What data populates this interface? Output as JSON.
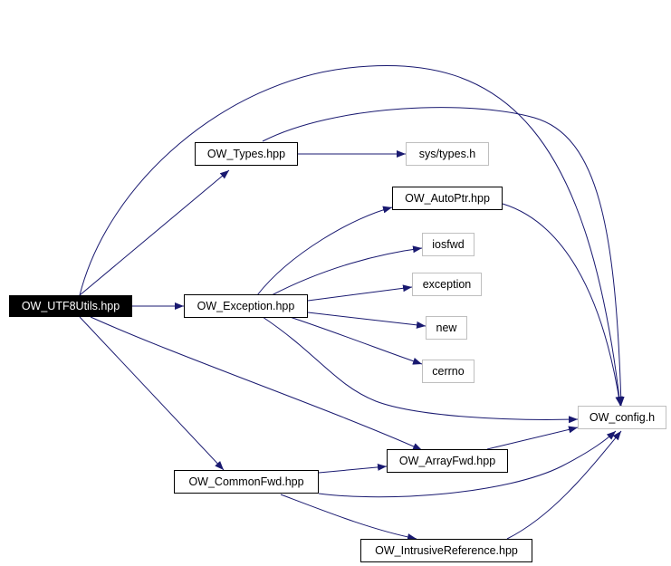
{
  "nodes": {
    "utf8utils": "OW_UTF8Utils.hpp",
    "types": "OW_Types.hpp",
    "sys_types": "sys/types.h",
    "autoptr": "OW_AutoPtr.hpp",
    "iosfwd": "iosfwd",
    "exception_hpp": "OW_Exception.hpp",
    "exception_sys": "exception",
    "new_sys": "new",
    "cerrno": "cerrno",
    "config": "OW_config.h",
    "arrayfwd": "OW_ArrayFwd.hpp",
    "commonfwd": "OW_CommonFwd.hpp",
    "intrusiveref": "OW_IntrusiveReference.hpp"
  },
  "colors": {
    "edge": "#191970",
    "local_border": "#000000",
    "system_border": "#bfbfbf",
    "root_fill": "#000000"
  }
}
